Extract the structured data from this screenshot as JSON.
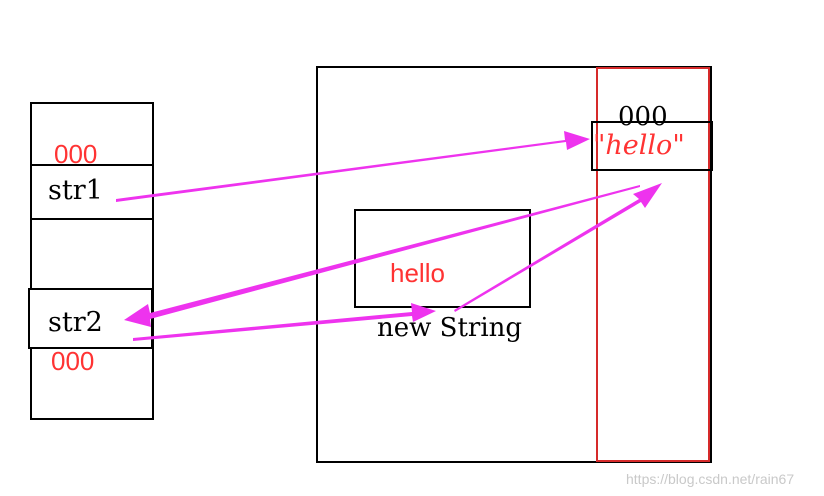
{
  "stack": {
    "str1_label": "str1",
    "str1_addr": "000",
    "str2_label": "str2",
    "str2_addr": "000"
  },
  "heap": {
    "pool_addr": "000",
    "pool_literal": "\"hello\"",
    "object_value": "hello",
    "object_label": "new String"
  },
  "watermark": "https://blog.csdn.net/rain67",
  "colors": {
    "arrow": "#ee33ee",
    "label_red": "#ff3333",
    "pool_border": "#d62a2a",
    "outline": "#000000"
  }
}
